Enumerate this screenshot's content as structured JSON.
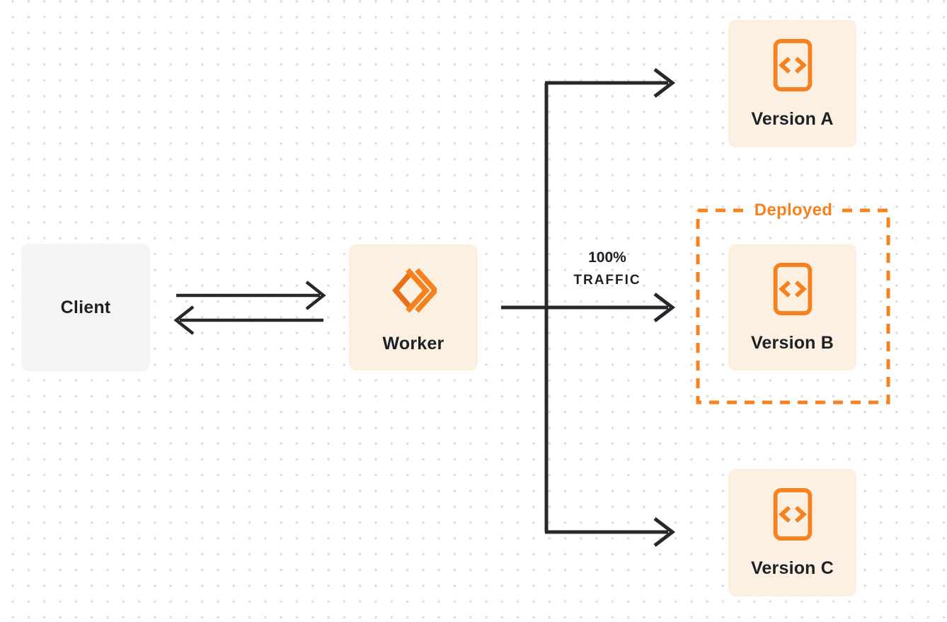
{
  "diagram": {
    "colors": {
      "accent": "#F6821F",
      "accent_dark": "#E8701A",
      "line": "#26282B",
      "text": "#1D2126",
      "cream": "#FBF0E1",
      "gray": "#F5F5F6",
      "page_bg": "#FFFFFF",
      "dot": "#DDDDDD"
    },
    "nodes": {
      "client": {
        "label": "Client"
      },
      "worker": {
        "label": "Worker",
        "icon": "workers-logo-icon"
      },
      "version_a": {
        "label": "Version A",
        "icon": "code-file-icon"
      },
      "version_b": {
        "label": "Version B",
        "icon": "code-file-icon"
      },
      "version_c": {
        "label": "Version C",
        "icon": "code-file-icon"
      }
    },
    "group": {
      "deployed_label": "Deployed"
    },
    "edges": {
      "traffic_label_line1": "100%",
      "traffic_label_line2": "TRAFFIC"
    }
  }
}
